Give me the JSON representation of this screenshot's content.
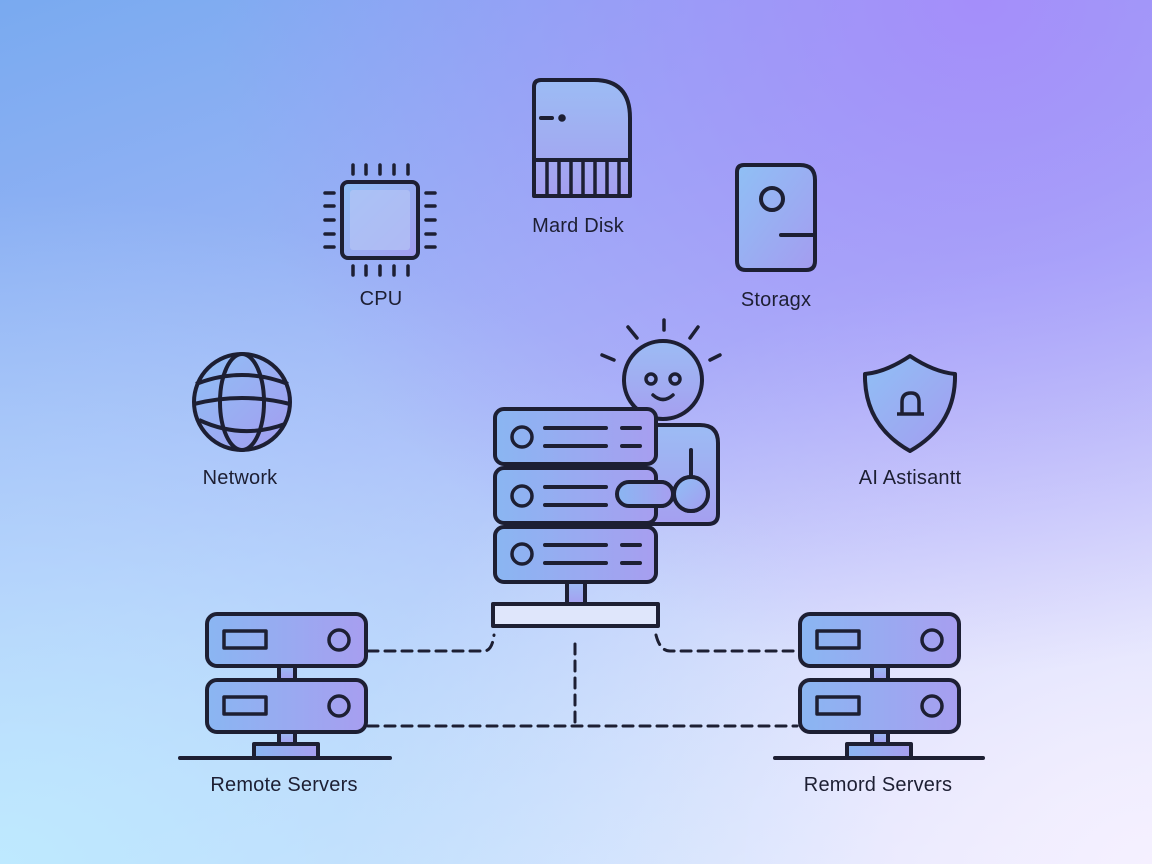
{
  "labels": {
    "hard_disk": "Mard Disk",
    "cpu": "CPU",
    "storage": "Storagx",
    "network": "Network",
    "ai_assistant": "AI Astisantt",
    "remote_servers_left": "Remote Servers",
    "remote_servers_right": "Remord Servers"
  },
  "icons": [
    "hard-disk-icon",
    "cpu-icon",
    "storage-icon",
    "network-globe-icon",
    "shield-lock-icon",
    "robot-assistant-icon",
    "server-rack-icon",
    "remote-server-icon"
  ],
  "colors": {
    "stroke": "#1d1f33",
    "icon_fill_light": "#9fc0f4",
    "icon_fill_dark": "#9c98ee"
  }
}
